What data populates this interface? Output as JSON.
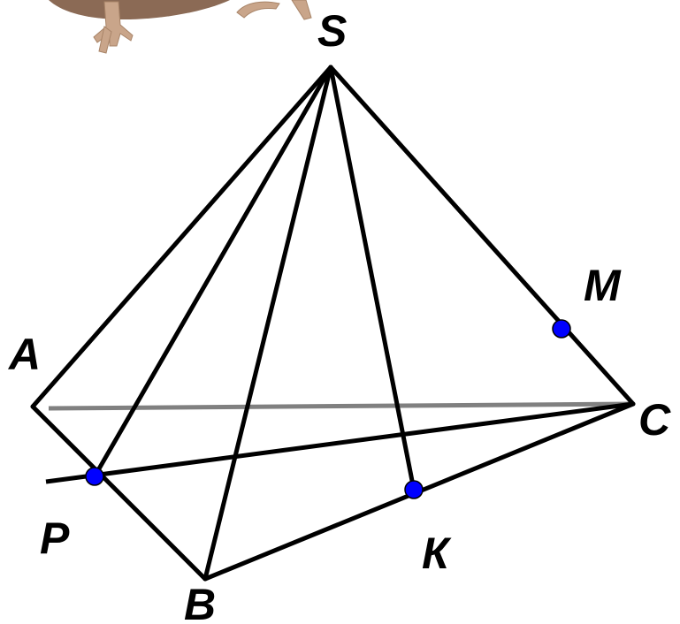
{
  "figure": {
    "labels": {
      "S": "S",
      "A": "A",
      "B": "B",
      "C": "C",
      "M": "M",
      "P": "P",
      "K": "К"
    },
    "colors": {
      "edge": "#000000",
      "hidden_edge": "#808080",
      "point": "#0000ff",
      "background": "#ffffff"
    },
    "decoration": "bird-feet-icon"
  }
}
